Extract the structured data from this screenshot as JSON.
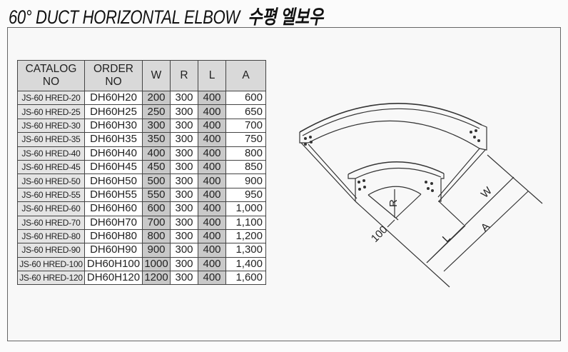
{
  "title": {
    "main": "60° DUCT HORIZONTAL ELBOW",
    "korean": "수평 엘보우"
  },
  "table": {
    "headers": [
      "CATALOG NO",
      "ORDER NO",
      "W",
      "R",
      "L",
      "A"
    ],
    "rows": [
      [
        "JS-60 HRED-20",
        "DH60H20",
        "200",
        "300",
        "400",
        "600"
      ],
      [
        "JS-60 HRED-25",
        "DH60H25",
        "250",
        "300",
        "400",
        "650"
      ],
      [
        "JS-60 HRED-30",
        "DH60H30",
        "300",
        "300",
        "400",
        "700"
      ],
      [
        "JS-60 HRED-35",
        "DH60H35",
        "350",
        "300",
        "400",
        "750"
      ],
      [
        "JS-60 HRED-40",
        "DH60H40",
        "400",
        "300",
        "400",
        "800"
      ],
      [
        "JS-60 HRED-45",
        "DH60H45",
        "450",
        "300",
        "400",
        "850"
      ],
      [
        "JS-60 HRED-50",
        "DH60H50",
        "500",
        "300",
        "400",
        "900"
      ],
      [
        "JS-60 HRED-55",
        "DH60H55",
        "550",
        "300",
        "400",
        "950"
      ],
      [
        "JS-60 HRED-60",
        "DH60H60",
        "600",
        "300",
        "400",
        "1,000"
      ],
      [
        "JS-60 HRED-70",
        "DH60H70",
        "700",
        "300",
        "400",
        "1,100"
      ],
      [
        "JS-60 HRED-80",
        "DH60H80",
        "800",
        "300",
        "400",
        "1,200"
      ],
      [
        "JS-60 HRED-90",
        "DH60H90",
        "900",
        "300",
        "400",
        "1,300"
      ],
      [
        "JS-60 HRED-100",
        "DH60H100",
        "1000",
        "300",
        "400",
        "1,400"
      ],
      [
        "JS-60 HRED-120",
        "DH60H120",
        "1200",
        "300",
        "400",
        "1,600"
      ]
    ]
  },
  "drawing": {
    "labels": {
      "r": "R",
      "w": "W",
      "a": "A",
      "l": "L",
      "d100": "100"
    }
  }
}
